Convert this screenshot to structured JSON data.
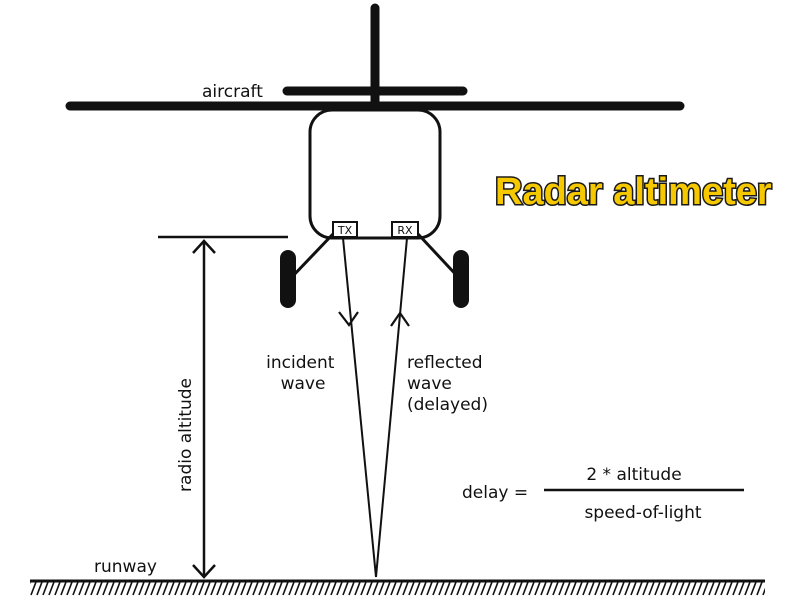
{
  "title": "Radar altimeter",
  "labels": {
    "aircraft": "aircraft",
    "tx": "TX",
    "rx": "RX",
    "incident_line1": "incident",
    "incident_line2": "wave",
    "reflected_line1": "reflected",
    "reflected_line2": "wave",
    "reflected_line3": "(delayed)",
    "radio_altitude": "radio altitude",
    "runway": "runway"
  },
  "formula": {
    "lhs": "delay =",
    "numerator": "2 * altitude",
    "denominator": "speed-of-light"
  },
  "colors": {
    "title_fill": "#f5c800",
    "title_outline": "#1a1a1a",
    "line": "#111111",
    "background": "#ffffff"
  }
}
